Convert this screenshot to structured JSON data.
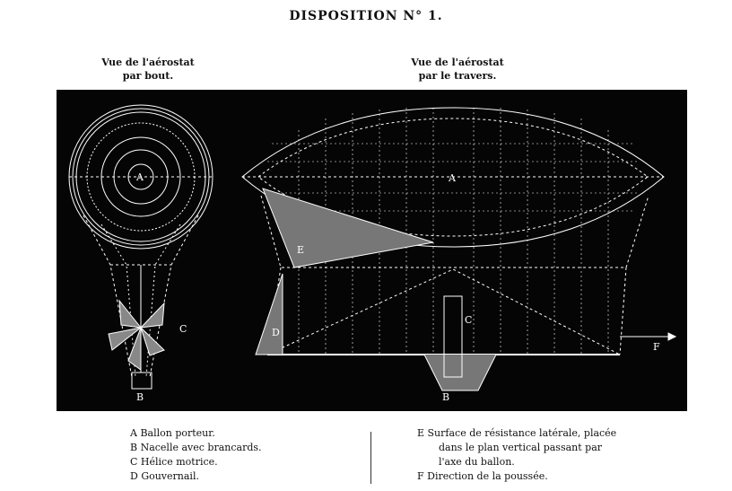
{
  "title": "DISPOSITION N° 1.",
  "captions": {
    "left": [
      "Vue de l'aérostat",
      "par bout."
    ],
    "right": [
      "Vue de l'aérostat",
      "par le travers."
    ]
  },
  "diagram_labels": {
    "A": "A",
    "B": "B",
    "C": "C",
    "D": "D",
    "E": "E",
    "F": "F"
  },
  "legend": {
    "left": [
      "A Ballon porteur.",
      "B Nacelle avec brancards.",
      "C Hélice motrice.",
      "D Gouvernail."
    ],
    "right": [
      "E Surface de résistance latérale, placée",
      "dans le plan vertical passant par",
      "l'axe du ballon.",
      "F Direction de la poussée."
    ]
  },
  "colors": {
    "plate": "#050505",
    "lines": "#ffffff",
    "text": "#111111"
  }
}
